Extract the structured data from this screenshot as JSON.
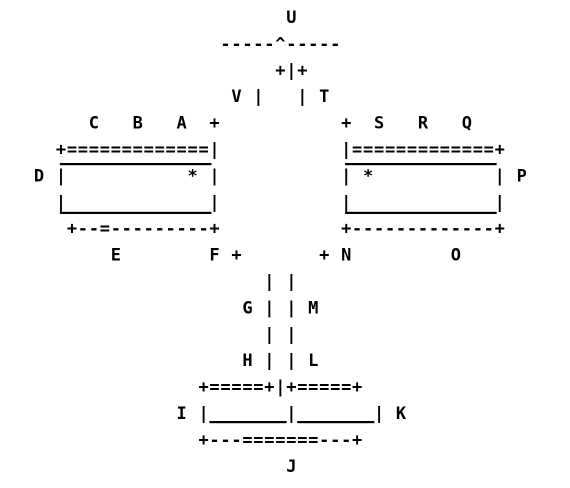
{
  "diagram": {
    "lines": [
      "                          U",
      "                    -----^-----",
      "                         +|+",
      "                     V |   | T",
      "        C   B   A  +           +  S   R   Q",
      "     +=============|           |=============+",
      "   D |           * |           | *           | P",
      "     |             |           |             |",
      "      +--=---------+           +-------------+",
      "          E        F +       + N         O",
      "                        | |",
      "                      G | | M",
      "                        | |",
      "                      H | | L",
      "                  +=====+|+=====+",
      "                I |_______|_______| K",
      "                  +---=======---+",
      "                          J"
    ]
  }
}
